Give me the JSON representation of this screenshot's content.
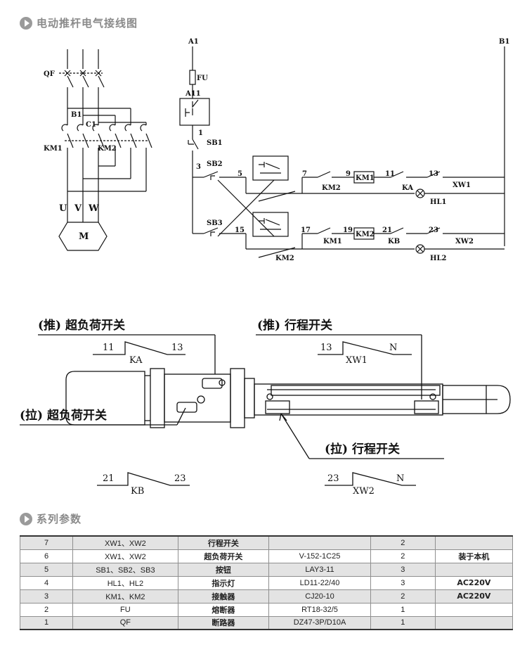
{
  "header": {
    "title": "电动推杆电气接线图"
  },
  "wiring": {
    "power_labels": {
      "qf": "QF",
      "b1": "B1",
      "c1": "C1",
      "km1": "KM1",
      "km2": "KM2",
      "u": "U",
      "v": "V",
      "w": "W",
      "motor": "M"
    },
    "control_labels": {
      "a1": "A1",
      "b1_top": "B1",
      "fu": "FU",
      "a11": "A11",
      "n1": "1",
      "sb1": "SB1",
      "n3": "3",
      "sb2": "SB2",
      "n5": "5",
      "n7": "7",
      "km2_a": "KM2",
      "n9": "9",
      "km1_coil": "KM1",
      "n11": "11",
      "ka": "KA",
      "n13": "13",
      "xw1": "XW1",
      "hl1": "HL1",
      "sb3": "SB3",
      "n15": "15",
      "n17": "17",
      "km1_b": "KM1",
      "n19": "19",
      "km2_coil": "KM2",
      "n21": "21",
      "kb": "KB",
      "n23": "23",
      "xw2": "XW2",
      "hl2": "HL2",
      "km2_c": "KM2"
    }
  },
  "actuator": {
    "push_overload": {
      "title": "(推) 超负荷开关",
      "left": "11",
      "right": "13",
      "name": "KA"
    },
    "push_travel": {
      "title": "(推) 行程开关",
      "left": "13",
      "right": "N",
      "name": "XW1"
    },
    "pull_overload": {
      "title": "(拉) 超负荷开关",
      "left": "21",
      "right": "23",
      "name": "KB"
    },
    "pull_travel": {
      "title": "(拉) 行程开关",
      "left": "23",
      "right": "N",
      "name": "XW2"
    }
  },
  "params": {
    "title": "系列参数",
    "rows": [
      [
        "7",
        "XW1、XW2",
        "行程开关",
        "",
        "2",
        ""
      ],
      [
        "6",
        "XW1、XW2",
        "超负荷开关",
        "V-152-1C25",
        "2",
        "装于本机"
      ],
      [
        "5",
        "SB1、SB2、SB3",
        "按钮",
        "LAY3-11",
        "3",
        ""
      ],
      [
        "4",
        "HL1、HL2",
        "指示灯",
        "LD11-22/40",
        "3",
        "AC220V"
      ],
      [
        "3",
        "KM1、KM2",
        "接触器",
        "CJ20-10",
        "2",
        "AC220V"
      ],
      [
        "2",
        "FU",
        "熔断器",
        "RT18-32/5",
        "1",
        ""
      ],
      [
        "1",
        "QF",
        "断路器",
        "DZ47-3P/D10A",
        "1",
        ""
      ]
    ]
  }
}
